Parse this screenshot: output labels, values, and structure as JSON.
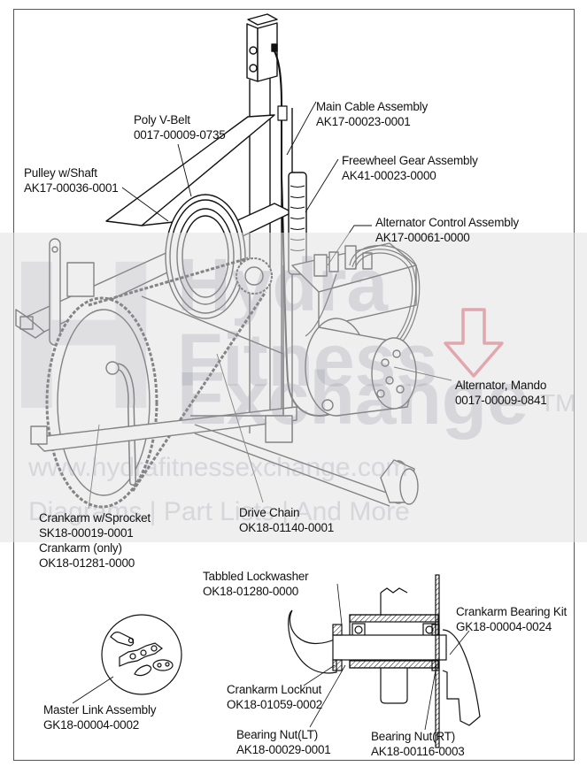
{
  "diagram": {
    "subject": "Bike frame drive assembly exploded parts diagram",
    "parts": [
      {
        "id": "poly-v-belt",
        "name": "Poly V-Belt",
        "part_number": "0017-00009-0735"
      },
      {
        "id": "main-cable-assembly",
        "name": "Main Cable Assembly",
        "part_number": "AK17-00023-0001"
      },
      {
        "id": "pulley-w-shaft",
        "name": "Pulley w/Shaft",
        "part_number": "AK17-00036-0001"
      },
      {
        "id": "freewheel-gear-assembly",
        "name": "Freewheel Gear Assembly",
        "part_number": "AK41-00023-0000"
      },
      {
        "id": "alternator-control-assembly",
        "name": "Alternator Control Assembly",
        "part_number": "AK17-00061-0000"
      },
      {
        "id": "alternator-mando",
        "name": "Alternator, Mando",
        "part_number": "0017-00009-0841",
        "highlighted": true
      },
      {
        "id": "crankarm-w-sprocket",
        "name": "Crankarm w/Sprocket",
        "part_number": "SK18-00019-0001"
      },
      {
        "id": "crankarm-only",
        "name": "Crankarm (only)",
        "part_number": "OK18-01281-0000"
      },
      {
        "id": "drive-chain",
        "name": "Drive Chain",
        "part_number": "OK18-01140-0001"
      },
      {
        "id": "tabbled-lockwasher",
        "name": "Tabbled Lockwasher",
        "part_number": "OK18-01280-0000"
      },
      {
        "id": "crankarm-bearing-kit",
        "name": "Crankarm Bearing Kit",
        "part_number": "GK18-00004-0024"
      },
      {
        "id": "crankarm-locknut",
        "name": "Crankarm Locknut",
        "part_number": "OK18-01059-0002"
      },
      {
        "id": "master-link-assembly",
        "name": "Master Link Assembly",
        "part_number": "GK18-00004-0002"
      },
      {
        "id": "bearing-nut-lt",
        "name": "Bearing Nut(LT)",
        "part_number": "AK18-00029-0001"
      },
      {
        "id": "bearing-nut-rt",
        "name": "Bearing Nut(RT)",
        "part_number": "AK18-00116-0003"
      }
    ],
    "highlight_color": "#e0606a"
  },
  "watermark": {
    "line1": "Hydra",
    "line2": "Fitness",
    "line3": "Exchange",
    "trademark": "TM",
    "url": "www.hydrafitnessexchange.com",
    "tagline": "Diagrams | Part Lists | And More"
  }
}
